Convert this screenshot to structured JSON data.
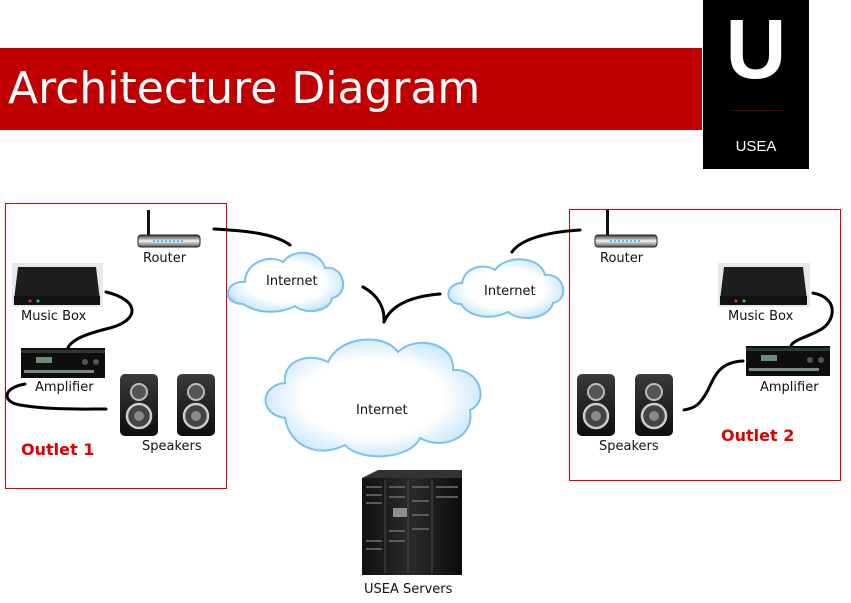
{
  "header": {
    "title": "Architecture Diagram",
    "banner_color": "#c00000"
  },
  "logo": {
    "letter": "U",
    "name": "USEA"
  },
  "outlets": [
    {
      "label": "Outlet 1",
      "devices": {
        "router": "Router",
        "music_box": "Music Box",
        "amplifier": "Amplifier",
        "speakers": "Speakers"
      }
    },
    {
      "label": "Outlet 2",
      "devices": {
        "router": "Router",
        "music_box": "Music Box",
        "amplifier": "Amplifier",
        "speakers": "Speakers"
      }
    }
  ],
  "clouds": {
    "left": "Internet",
    "right": "Internet",
    "center": "Internet"
  },
  "servers": {
    "label": "USEA Servers"
  },
  "colors": {
    "outlet_border": "#e00000",
    "outlet_label": "#e00000",
    "cloud_edge": "#7cc0ec"
  }
}
